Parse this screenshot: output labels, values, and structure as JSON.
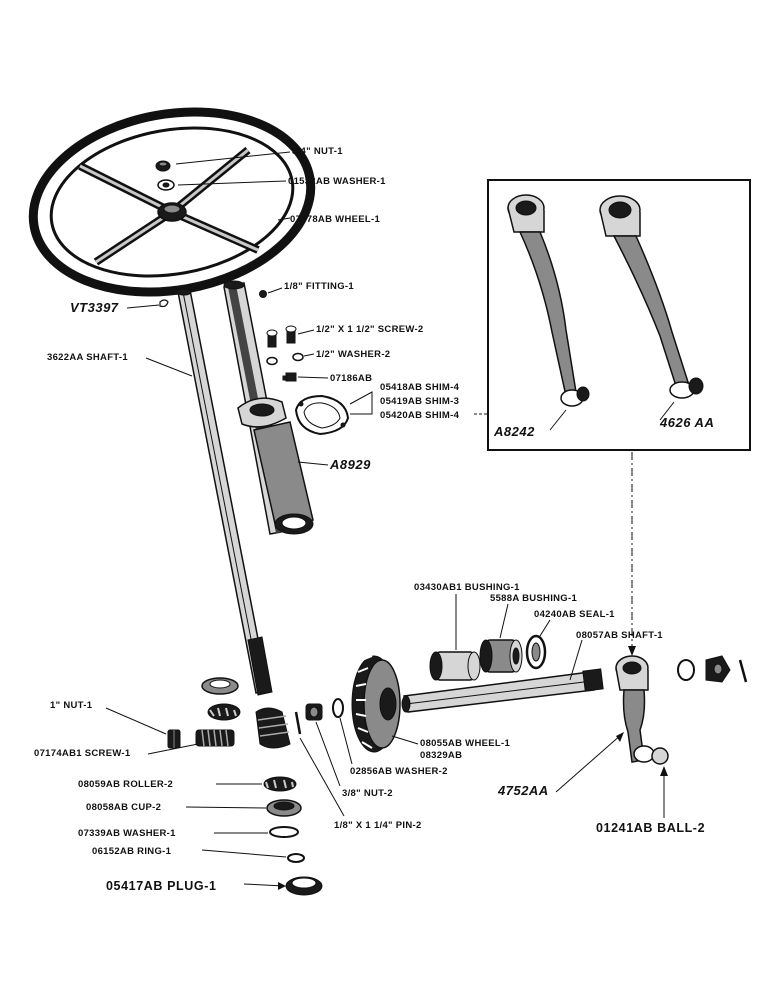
{
  "labels": {
    "nut_3_4": "3/4\" NUT-1",
    "washer_01532": "01532AB WASHER-1",
    "wheel_07778": "07778AB WHEEL-1",
    "fitting": "1/8\" FITTING-1",
    "vt3397": "VT3397",
    "screw_half": "1/2\" X 1 1/2\" SCREW-2",
    "shaft_3622": "3622AA SHAFT-1",
    "washer_half": "1/2\" WASHER-2",
    "part_07186": "07186AB",
    "shim_05418": "05418AB SHIM-4",
    "shim_05419": "05419AB SHIM-3",
    "shim_05420": "05420AB SHIM-4",
    "a8929": "A8929",
    "a8242": "A8242",
    "aa4626": "4626 AA",
    "bushing_03430": "03430AB1 BUSHING-1",
    "bushing_5588": "5588A BUSHING-1",
    "seal_04240": "04240AB SEAL-1",
    "shaft_08057": "08057AB SHAFT-1",
    "nut_1": "1\" NUT-1",
    "screw_07174": "07174AB1 SCREW-1",
    "wheel_08055": "08055AB WHEEL-1",
    "part_08329": "08329AB",
    "washer_02856": "02856AB WASHER-2",
    "roller_08059": "08059AB ROLLER-2",
    "nut_3_8": "3/8\" NUT-2",
    "cup_08058": "08058AB CUP-2",
    "pin": "1/8\" X 1 1/4\" PIN-2",
    "aa4752": "4752AA",
    "washer_07339": "07339AB WASHER-1",
    "ring_06152": "06152AB RING-1",
    "ball_01241": "01241AB BALL-2",
    "plug_05417": "05417AB PLUG-1"
  }
}
